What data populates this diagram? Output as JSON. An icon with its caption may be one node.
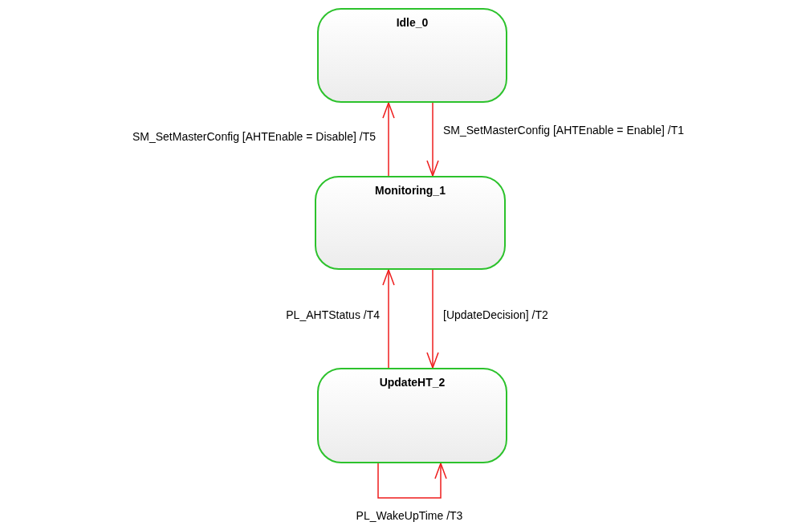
{
  "diagram": {
    "nodes": [
      {
        "text": [
          "Idle_0"
        ]
      },
      {
        "text": [
          "Monitoring_1"
        ]
      },
      {
        "text": [
          "UpdateHT_2"
        ]
      }
    ],
    "edges": [
      {
        "from": 0,
        "to": 1,
        "arrow": "to",
        "label": "SM_SetMasterConfig [AHTEnable = Enable] /T1"
      },
      {
        "from": 1,
        "to": 0,
        "arrow": "to",
        "label": "SM_SetMasterConfig [AHTEnable = Disable] /T5"
      },
      {
        "from": 1,
        "to": 2,
        "arrow": "to",
        "label": "[UpdateDecision] /T2"
      },
      {
        "from": 2,
        "to": 1,
        "arrow": "to",
        "label": "PL_AHTStatus /T4"
      },
      {
        "from": 2,
        "to": 2,
        "arrow": "to",
        "label": "PL_WakeUpTime /T3"
      }
    ]
  }
}
